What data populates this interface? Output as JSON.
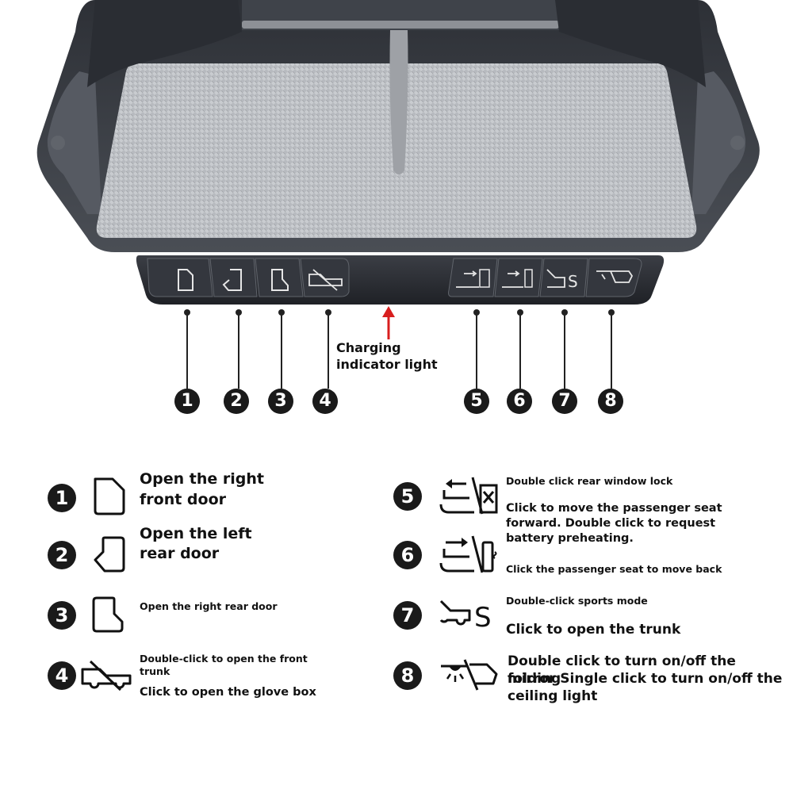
{
  "charging": {
    "line1": "Charging",
    "line2": "indicator light"
  },
  "callouts": [
    "1",
    "2",
    "3",
    "4",
    "5",
    "6",
    "7",
    "8"
  ],
  "buttons": [
    {
      "id": 1,
      "icon": "right-front-door-icon"
    },
    {
      "id": 2,
      "icon": "left-rear-door-icon"
    },
    {
      "id": 3,
      "icon": "right-rear-door-icon"
    },
    {
      "id": 4,
      "icon": "frunk-icon"
    },
    {
      "id": 5,
      "icon": "rear-window-lock-icon"
    },
    {
      "id": 6,
      "icon": "passenger-seat-battery-icon"
    },
    {
      "id": 7,
      "icon": "trunk-sports-icon"
    },
    {
      "id": 8,
      "icon": "ceiling-light-mirror-icon"
    }
  ],
  "legend": {
    "item1": {
      "num": "1",
      "line1": "Open the right",
      "line2": "front door"
    },
    "item2": {
      "num": "2",
      "line1": "Open the left",
      "line2": "rear door"
    },
    "item3": {
      "num": "3",
      "text": "Open the right rear door"
    },
    "item4": {
      "num": "4",
      "line1": "Double-click to open the front",
      "line2": "trunk",
      "line3": "Click to open the glove box"
    },
    "item5": {
      "num": "5",
      "text1": "Double click rear window lock",
      "text2a": "Click to move the passenger seat",
      "text2b": "forward. Double click to request",
      "text2c": "battery preheating."
    },
    "item6": {
      "num": "6",
      "text": "Click the passenger seat to move back"
    },
    "item7": {
      "num": "7",
      "text1": "Double-click sports mode",
      "text2": "Click to open the trunk"
    },
    "item8": {
      "num": "8",
      "line1": "Double click to turn on/off the folding",
      "line2": "mirror Single click to turn on/off the",
      "line3": "ceiling light"
    }
  },
  "colors": {
    "device_frame": "#3a3d44",
    "tray_surface": "#b9bcc0",
    "button_panel": "#2f3137",
    "charging_arrow": "#d81e1e",
    "badge": "#1a1a1a"
  }
}
